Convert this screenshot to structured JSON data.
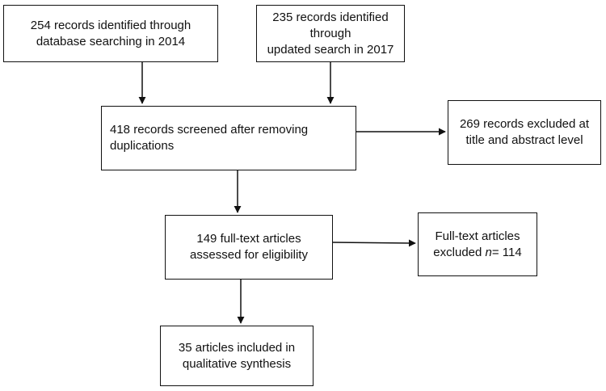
{
  "flowchart": {
    "boxes": {
      "db_search": {
        "line1": "254 records identified through",
        "line2": "database searching in 2014"
      },
      "updated_search": {
        "line1": "235 records identified through",
        "line2": "updated search in 2017"
      },
      "screened": {
        "line1": "418 records screened after removing",
        "line2": "duplications"
      },
      "excluded_title": {
        "line1": "269 records excluded at",
        "line2": "title and abstract level"
      },
      "full_text": {
        "line1": "149 full-text articles",
        "line2": "assessed for eligibility"
      },
      "excluded_full_text": {
        "line1": "Full-text articles",
        "line2_prefix": "excluded ",
        "line2_n": "n",
        "line2_suffix": "= 114"
      },
      "included": {
        "line1": "35 articles included in",
        "line2": "qualitative synthesis"
      }
    }
  }
}
